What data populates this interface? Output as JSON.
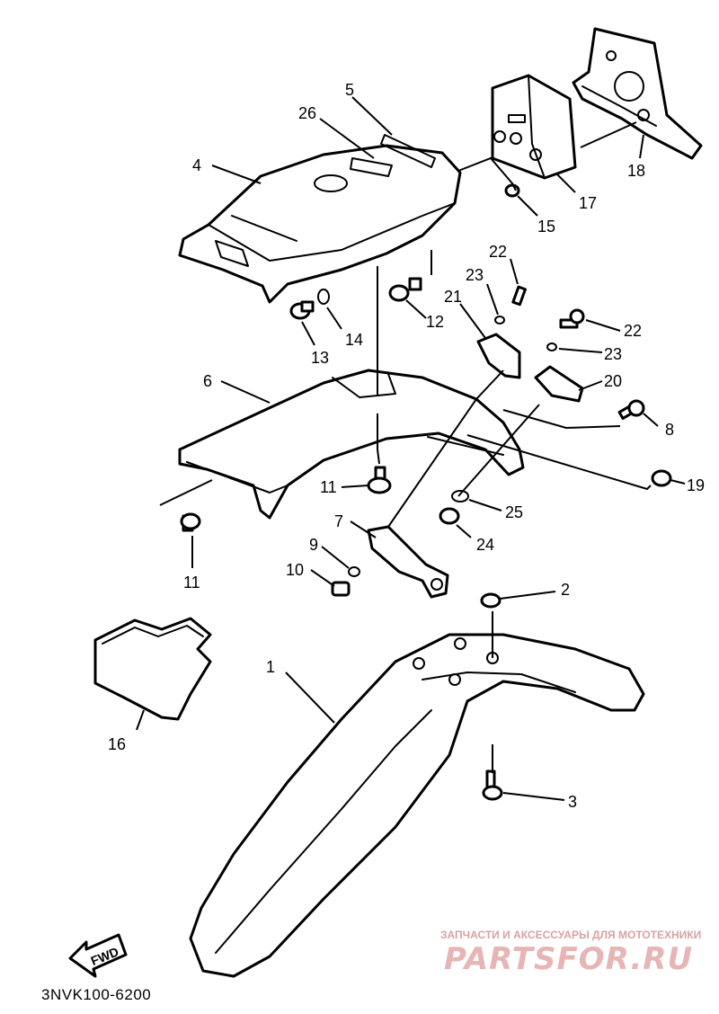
{
  "diagram": {
    "labels": [
      "1",
      "2",
      "3",
      "4",
      "5",
      "6",
      "7",
      "8",
      "9",
      "10",
      "11",
      "11",
      "12",
      "13",
      "14",
      "15",
      "16",
      "17",
      "18",
      "19",
      "20",
      "21",
      "22",
      "22",
      "23",
      "23",
      "24",
      "25",
      "26"
    ],
    "diagram_code": "3NVK100-6200",
    "direction_arrow": "FWD"
  },
  "watermark": {
    "subtitle": "ЗАПЧАСТИ И АКСЕССУАРЫ ДЛЯ МОТОТЕХНИКИ",
    "brand": "PARTSFOR.RU"
  },
  "colors": {
    "line": "#000000",
    "background": "#ffffff",
    "watermark": "#e7b5b5"
  }
}
